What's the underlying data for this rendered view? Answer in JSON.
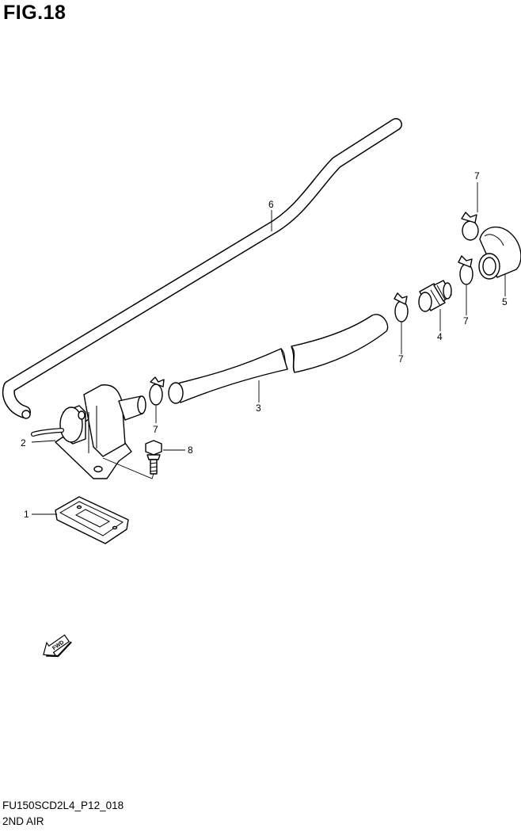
{
  "figure": {
    "title": "FIG.18"
  },
  "footer": {
    "code": "FU150SCD2L4_P12_018",
    "name": "2ND AIR"
  },
  "fwd_label": "FWD",
  "callouts": [
    {
      "key": "c1",
      "number": "1"
    },
    {
      "key": "c2",
      "number": "2"
    },
    {
      "key": "c3",
      "number": "3"
    },
    {
      "key": "c4",
      "number": "4"
    },
    {
      "key": "c5",
      "number": "5"
    },
    {
      "key": "c6",
      "number": "6"
    },
    {
      "key": "c7a",
      "number": "7"
    },
    {
      "key": "c7b",
      "number": "7"
    },
    {
      "key": "c7c",
      "number": "7"
    },
    {
      "key": "c7d",
      "number": "7"
    },
    {
      "key": "c8",
      "number": "8"
    }
  ]
}
